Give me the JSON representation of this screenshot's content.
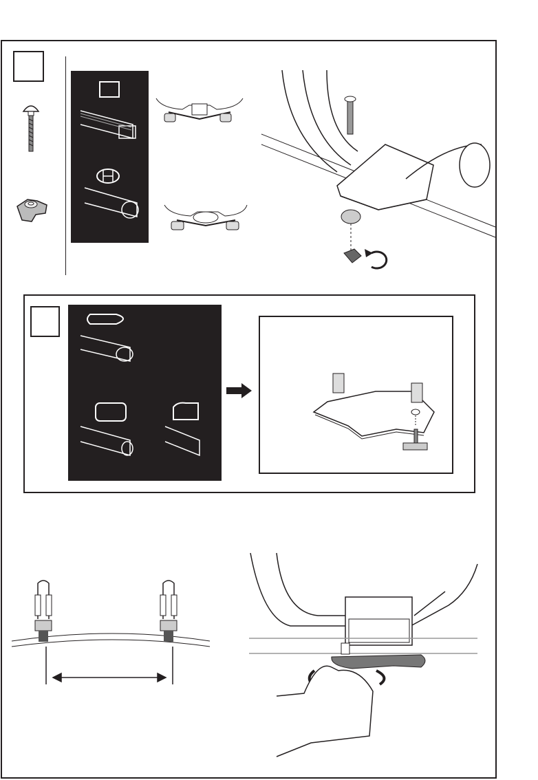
{
  "page": {
    "ink_color": "#231f20",
    "background": "#ffffff"
  },
  "step1": {
    "number_box": "",
    "parts": [
      "carriage-bolt-icon",
      "wing-nut-icon"
    ],
    "bar_profiles": [
      "square-bar-profile",
      "aero-bar-profile"
    ],
    "rotation_direction": "clockwise"
  },
  "step2": {
    "number_box": "",
    "bar_profiles": [
      "slim-aero-bar-profile",
      "t-track-bar-profile",
      "t-track-side-profile"
    ],
    "adapter": "t-track-adapter-plate"
  },
  "step3": {
    "spacing_indicator": "double-arrow",
    "action": "tighten-knob-by-hand"
  }
}
